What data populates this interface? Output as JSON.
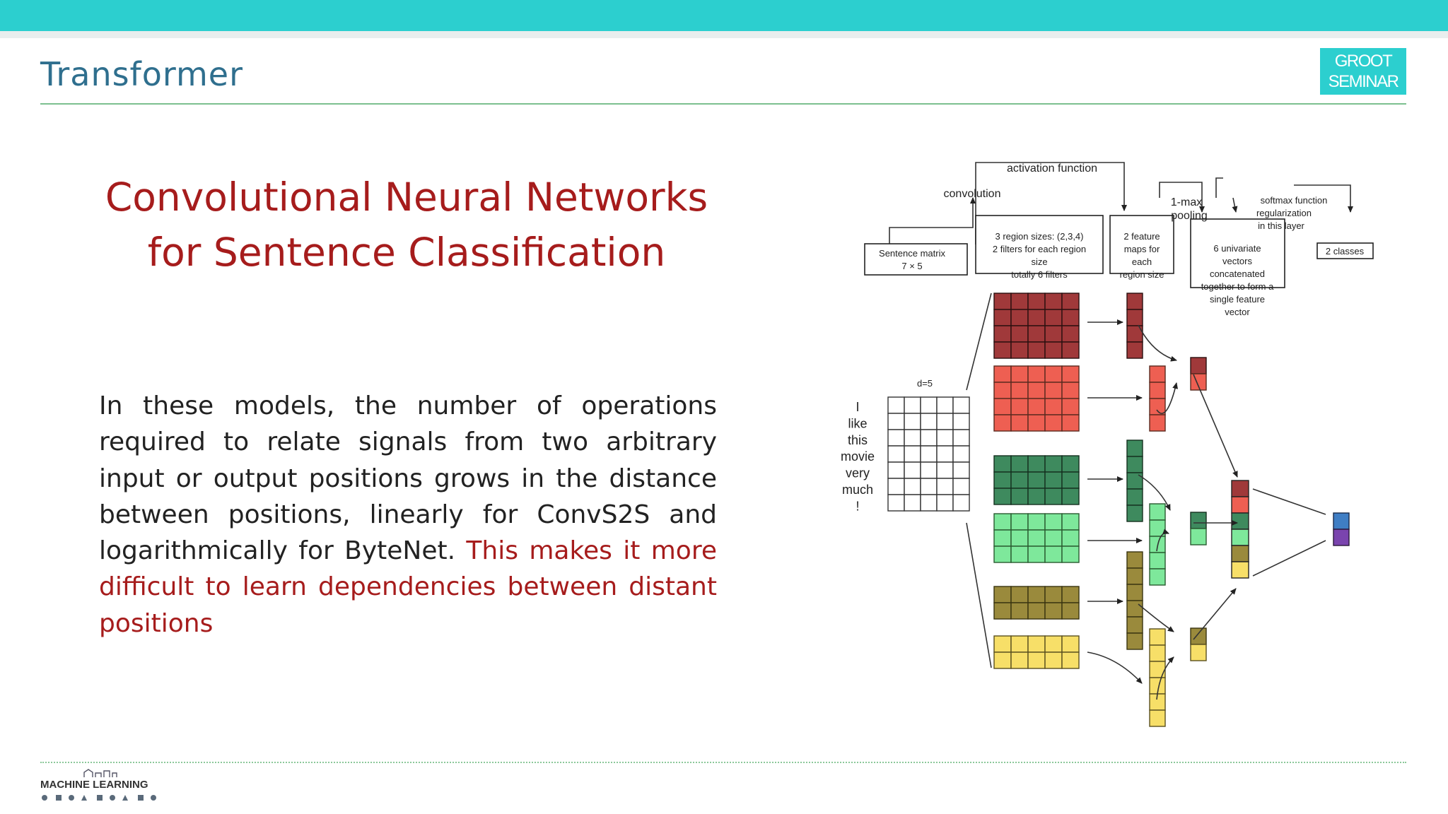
{
  "slide": {
    "title": "Transformer",
    "badge_line1": "GROOT",
    "badge_line2": "SEMINAR",
    "heading_line1": "Convolutional Neural Networks",
    "heading_line2": "for Sentence Classification",
    "body_text": "In these models, the number of operations required to relate signals from two arbitrary input or output positions grows in the distance between positions, linearly for ConvS2S and logarithmically for ByteNet. ",
    "body_highlight": "This makes it more difficult to learn dependencies between distant positions",
    "footer_logo": "MACHINE LEARNING"
  },
  "diagram": {
    "activation_label": "activation function",
    "convolution_label": "convolution",
    "pooling_line1": "1-max",
    "pooling_line2": "pooling",
    "softmax_line1": "softmax function",
    "softmax_line2": "regularization",
    "softmax_line3": "in this layer",
    "sentence_matrix_line1": "Sentence matrix",
    "sentence_matrix_line2": "7 × 5",
    "region_line1": "3 region sizes: (2,3,4)",
    "region_line2": "2 filters for each region",
    "region_line3": "size",
    "region_line4": "totally 6 filters",
    "featmaps_line1": "2 feature",
    "featmaps_line2": "maps for",
    "featmaps_line3": "each",
    "featmaps_line4": "region size",
    "univariate_line1": "6 univariate",
    "univariate_line2": "vectors",
    "univariate_line3": "concatenated",
    "univariate_line4": "together to form a",
    "univariate_line5": "single feature",
    "univariate_line6": "vector",
    "classes_label": "2 classes",
    "d_label": "d=5",
    "words": [
      "I",
      "like",
      "this",
      "movie",
      "very",
      "much",
      "!"
    ]
  },
  "colors": {
    "topbar": "#2ccfcf",
    "title": "#2f6f8e",
    "heading": "#a61c1c",
    "dark_red": "#a0393a",
    "red": "#ee5f52",
    "dark_green": "#3e8a5e",
    "light_green": "#7ee89b",
    "olive": "#9a8a3c",
    "yellow": "#f7df68",
    "blue": "#3f7ec4",
    "purple": "#7a44ae"
  }
}
